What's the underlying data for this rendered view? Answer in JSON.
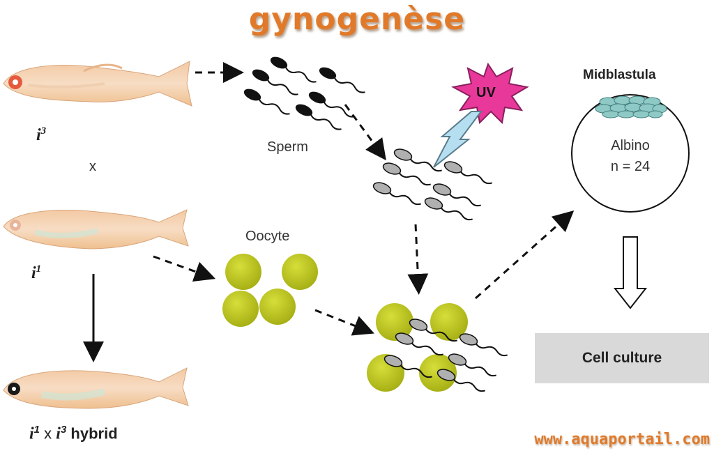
{
  "title": "gynogenèse",
  "labels": {
    "fish_top": "i",
    "fish_top_sup": "3",
    "cross": "x",
    "fish_mid": "i",
    "fish_mid_sup": "1",
    "hybrid_i1": "i",
    "hybrid_sup1": "1",
    "hybrid_x": "x",
    "hybrid_i3": "i",
    "hybrid_sup3": "3",
    "hybrid_word": "hybrid",
    "sperm": "Sperm",
    "oocyte": "Oocyte",
    "uv": "UV",
    "midblastula": "Midblastula",
    "albino": "Albino",
    "ploidy": "n = 24",
    "cell_culture": "Cell culture"
  },
  "watermark": "www.aquaportail.com",
  "colors": {
    "title": "#e07a2a",
    "oocyte": "#b8c21e",
    "sperm_active": "#111111",
    "sperm_irradiated": "#b0b0b0",
    "uv_burst": "#e8389a",
    "cells": "#8fc9c6",
    "cell_culture_box": "#d9d9d9"
  }
}
